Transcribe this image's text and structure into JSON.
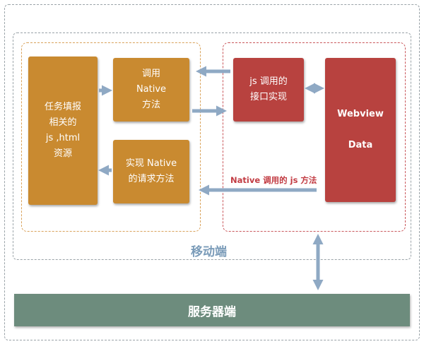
{
  "boxes": {
    "task_resources": "任务填报\n相关的\njs ,html\n资源",
    "call_native": "调用\nNative\n方法",
    "impl_native": "实现 Native\n的请求方法",
    "js_interface": "js 调用的\n接口实现",
    "webview_data": "Webview\n\nData"
  },
  "labels": {
    "native_call_js": "Native 调用的 js 方法",
    "mobile": "移动端",
    "server": "服务器端"
  },
  "colors": {
    "orange": "#c98a30",
    "red": "#b8423f",
    "server": "#6d8c7d",
    "arrow": "#8fa9c4",
    "mobile_label": "#7b9cb9"
  }
}
